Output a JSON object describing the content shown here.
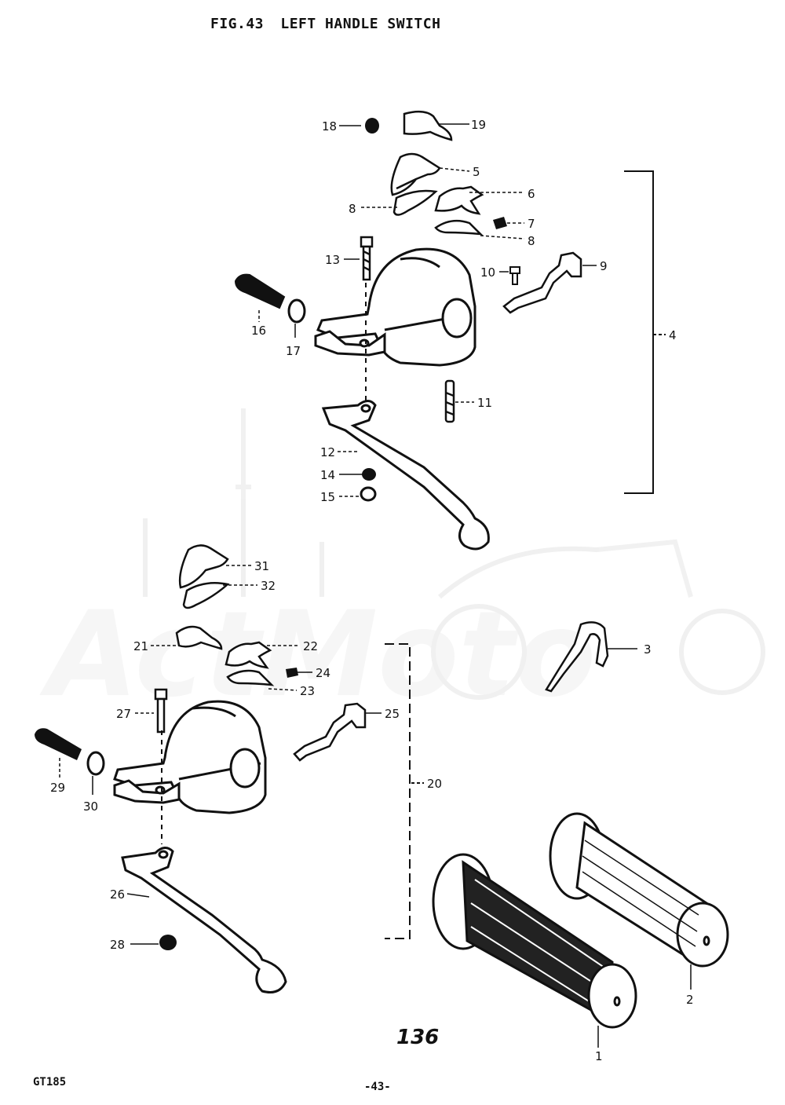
{
  "header": {
    "fig_no": "FIG.43",
    "title": "LEFT HANDLE SWITCH"
  },
  "footer": {
    "page_number": "136",
    "model": "GT185",
    "sheet": "-43-"
  },
  "watermark": {
    "text": "ActMoto"
  },
  "callouts": {
    "c1": "1",
    "c2": "2",
    "c3": "3",
    "c4": "4",
    "c5": "5",
    "c6": "6",
    "c7": "7",
    "c8a": "8",
    "c8b": "8",
    "c9": "9",
    "c10": "10",
    "c11": "11",
    "c12": "12",
    "c13": "13",
    "c14": "14",
    "c15": "15",
    "c16": "16",
    "c17": "17",
    "c18": "18",
    "c19": "19",
    "c20": "20",
    "c21": "21",
    "c22": "22",
    "c23": "23",
    "c24": "24",
    "c25": "25",
    "c26": "26",
    "c27": "27",
    "c28": "28",
    "c29": "29",
    "c30": "30",
    "c31": "31",
    "c32": "32"
  }
}
